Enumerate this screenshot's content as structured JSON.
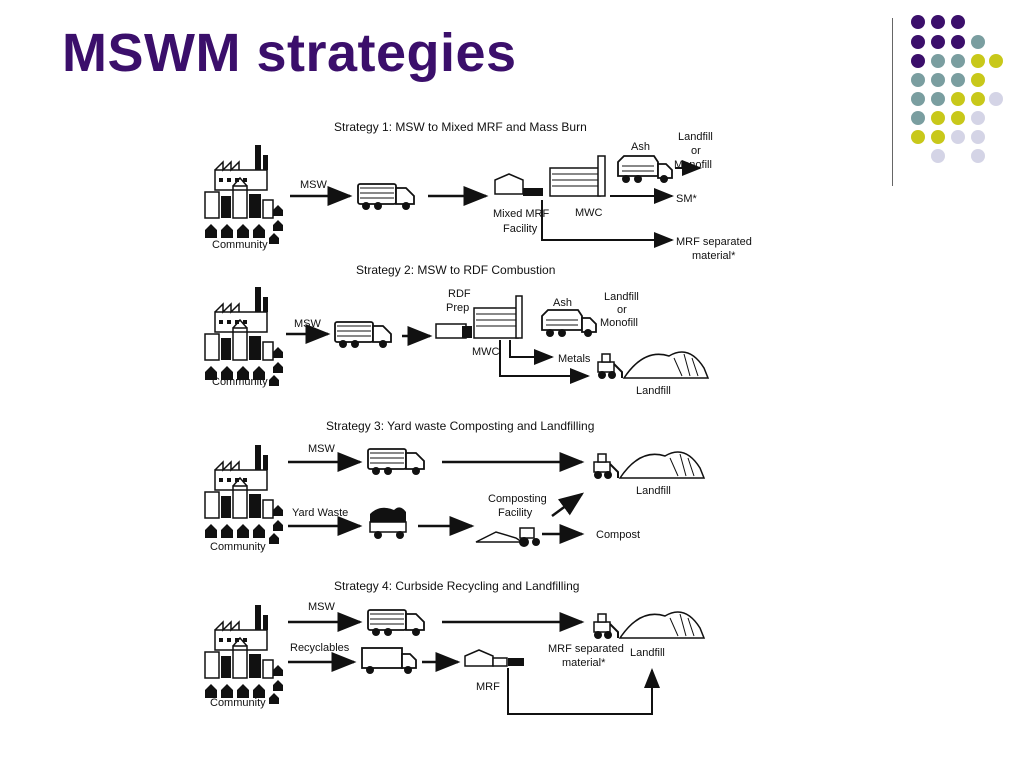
{
  "slide": {
    "title": "MSWM strategies",
    "colors": {
      "title": "#3b0f6b",
      "dot_purple": "#3b0f6b",
      "dot_teal": "#7a9ea0",
      "dot_yellow": "#c8c81a",
      "dot_lavender": "#d4d4e6"
    }
  },
  "diagram": {
    "strategy1": {
      "title": "Strategy 1: MSW to Mixed MRF and Mass Burn",
      "community": "Community",
      "msw": "MSW",
      "mrf_line1": "Mixed MRF",
      "mrf_line2": "Facility",
      "mwc": "MWC",
      "ash": "Ash",
      "landfill1": "Landfill",
      "landfill2": "or",
      "landfill3": "Monofill",
      "sm": "SM*",
      "mrf_sep1": "MRF separated",
      "mrf_sep2": "material*"
    },
    "strategy2": {
      "title": "Strategy 2: MSW to RDF Combustion",
      "community": "Community",
      "msw": "MSW",
      "rdf1": "RDF",
      "rdf2": "Prep",
      "ash": "Ash",
      "landfill1": "Landfill",
      "landfill2": "or",
      "landfill3": "Monofill",
      "mwc": "MWC",
      "metals": "Metals",
      "landfill": "Landfill"
    },
    "strategy3": {
      "title": "Strategy 3: Yard waste Composting and Landfilling",
      "community": "Community",
      "msw": "MSW",
      "yard": "Yard Waste",
      "comp1": "Composting",
      "comp2": "Facility",
      "landfill": "Landfill",
      "compost": "Compost"
    },
    "strategy4": {
      "title": "Strategy 4: Curbside Recycling and Landfilling",
      "community": "Community",
      "msw": "MSW",
      "recyclables": "Recyclables",
      "mrf_sep1": "MRF separated",
      "mrf_sep2": "material*",
      "landfill": "Landfill",
      "mrf": "MRF"
    }
  }
}
